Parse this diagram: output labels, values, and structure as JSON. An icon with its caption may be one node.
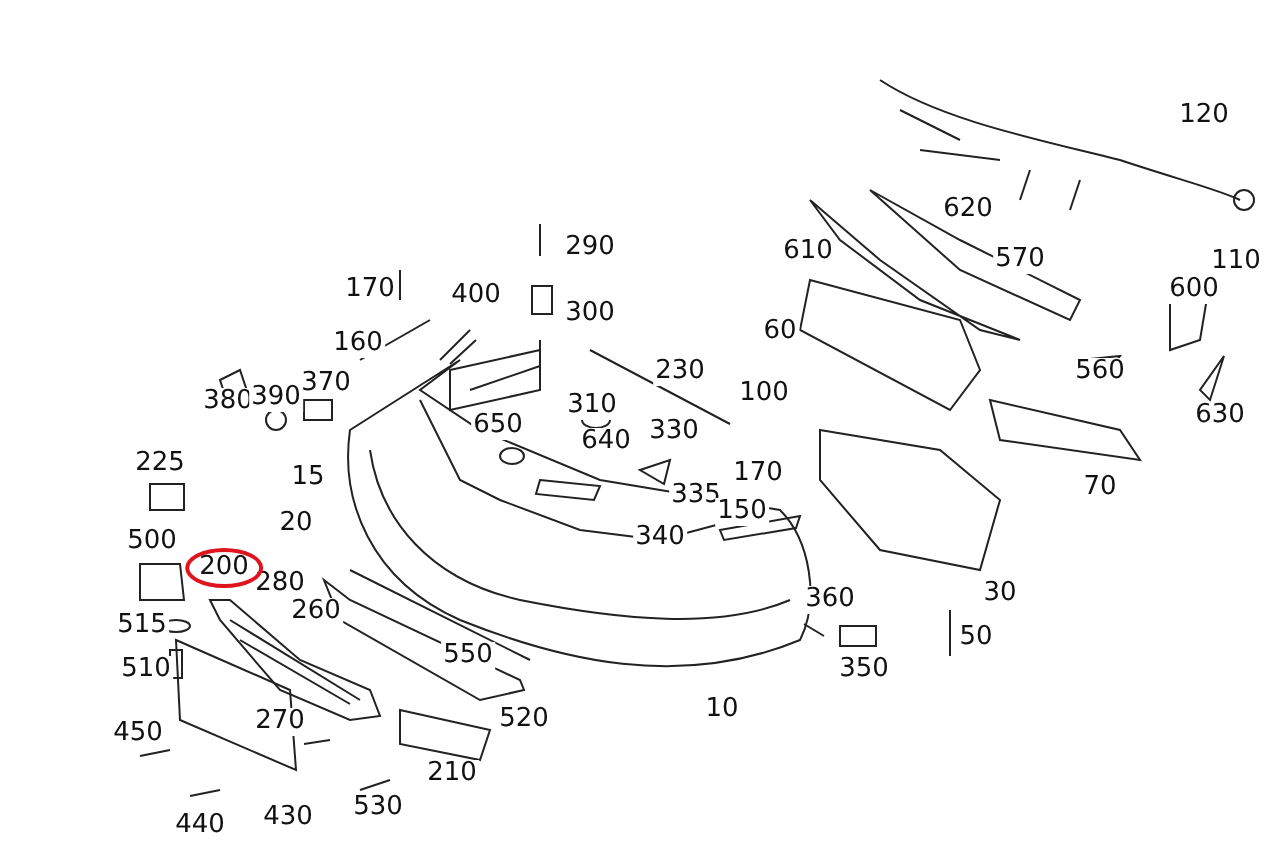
{
  "diagram": {
    "nodes": [
      {
        "text": [
          "200"
        ]
      }
    ],
    "labels": [
      "120",
      "620",
      "110",
      "610",
      "570",
      "290",
      "170",
      "400",
      "300",
      "160",
      "60",
      "600",
      "560",
      "630",
      "230",
      "380",
      "390",
      "370",
      "100",
      "310",
      "650",
      "640",
      "330",
      "70",
      "225",
      "15",
      "335",
      "170",
      "20",
      "340",
      "150",
      "500",
      "280",
      "260",
      "360",
      "30",
      "515",
      "550",
      "50",
      "510",
      "350",
      "520",
      "10",
      "270",
      "450",
      "210",
      "530",
      "440",
      "430"
    ]
  }
}
